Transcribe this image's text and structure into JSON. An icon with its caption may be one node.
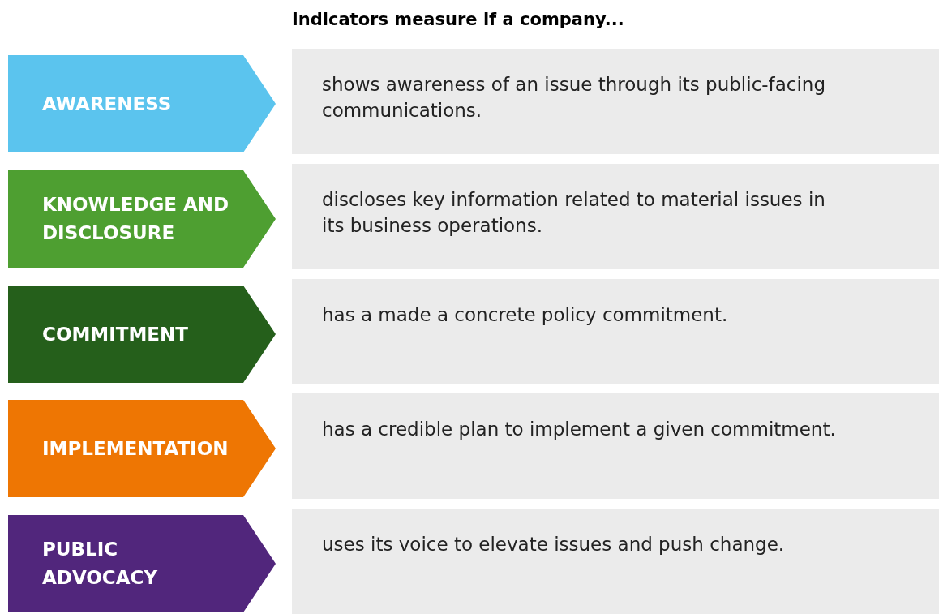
{
  "diagram": {
    "title": "Indicators measure if a company...",
    "nodes": [
      {
        "text": [
          "AWARENESS"
        ]
      },
      {
        "text": [
          "shows awareness of an issue through its public-facing communications."
        ]
      },
      {
        "text": [
          "KNOWLEDGE AND DISCLOSURE"
        ]
      },
      {
        "text": [
          "discloses key information related to material issues in its business operations."
        ]
      },
      {
        "text": [
          "COMMITMENT"
        ]
      },
      {
        "text": [
          "has a made a concrete policy commitment."
        ]
      },
      {
        "text": [
          "IMPLEMENTATION"
        ]
      },
      {
        "text": [
          "has a credible plan to implement a given commitment."
        ]
      },
      {
        "text": [
          "PUBLIC ADVOCACY"
        ]
      },
      {
        "text": [
          "uses its voice to elevate issues and push change."
        ]
      }
    ]
  }
}
